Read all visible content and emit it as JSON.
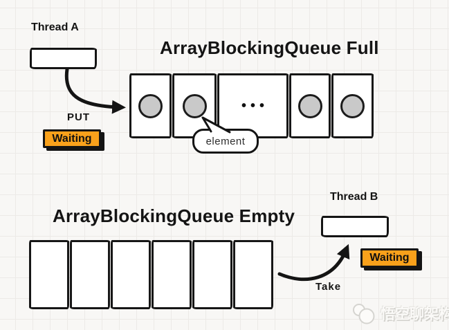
{
  "colors": {
    "background": "#f8f7f5",
    "grid_line": "#eceae7",
    "ink": "#141414",
    "status_orange": "#f9a11b",
    "element_circle_fill": "#c9c9c9",
    "watermark_gray": "#d5d4d0"
  },
  "full_diagram": {
    "title": "ArrayBlockingQueue Full",
    "thread_label": "Thread A",
    "operation_label": "PUT",
    "status_badge": "Waiting",
    "ellipsis": "•••",
    "element_callout": "element",
    "queue_cells": [
      "element",
      "element",
      "ellipsis",
      "element",
      "element"
    ]
  },
  "empty_diagram": {
    "title": "ArrayBlockingQueue Empty",
    "thread_label": "Thread B",
    "operation_label": "Take",
    "status_badge": "Waiting",
    "queue_cells": [
      "empty",
      "empty",
      "empty",
      "empty",
      "empty",
      "empty"
    ]
  },
  "watermark": {
    "text": "悟空聊架构",
    "logo": "overlapping-circles-logo"
  }
}
